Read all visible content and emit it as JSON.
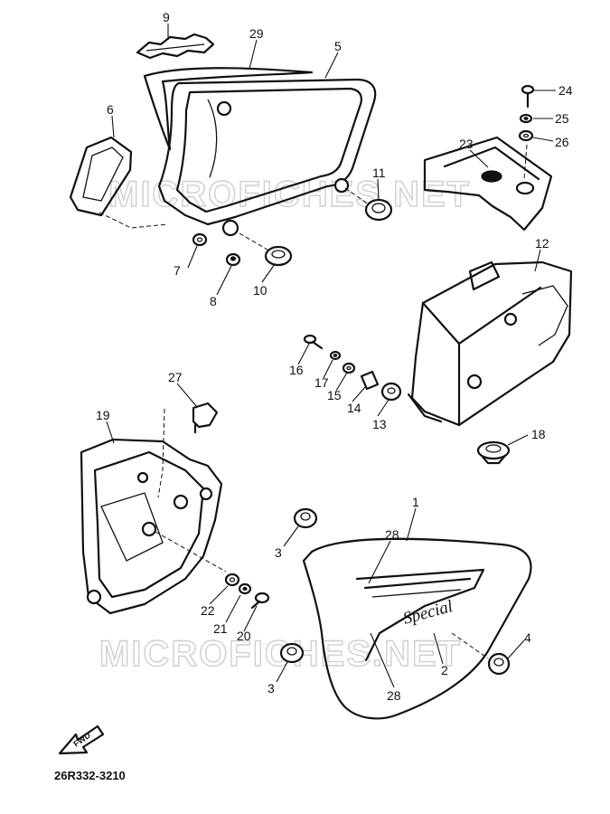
{
  "diagram": {
    "watermarks": [
      "MICROFICHES.NET",
      "MICROFICHES.NET"
    ],
    "emblem_text": "Special",
    "forward_label": "FWD",
    "reference_code": "26R332-3210",
    "callouts": [
      "9",
      "29",
      "5",
      "6",
      "11",
      "7",
      "8",
      "10",
      "24",
      "25",
      "26",
      "23",
      "12",
      "16",
      "17",
      "15",
      "14",
      "13",
      "18",
      "27",
      "19",
      "1",
      "28",
      "2",
      "4",
      "3",
      "22",
      "21",
      "20",
      "3",
      "28"
    ]
  }
}
